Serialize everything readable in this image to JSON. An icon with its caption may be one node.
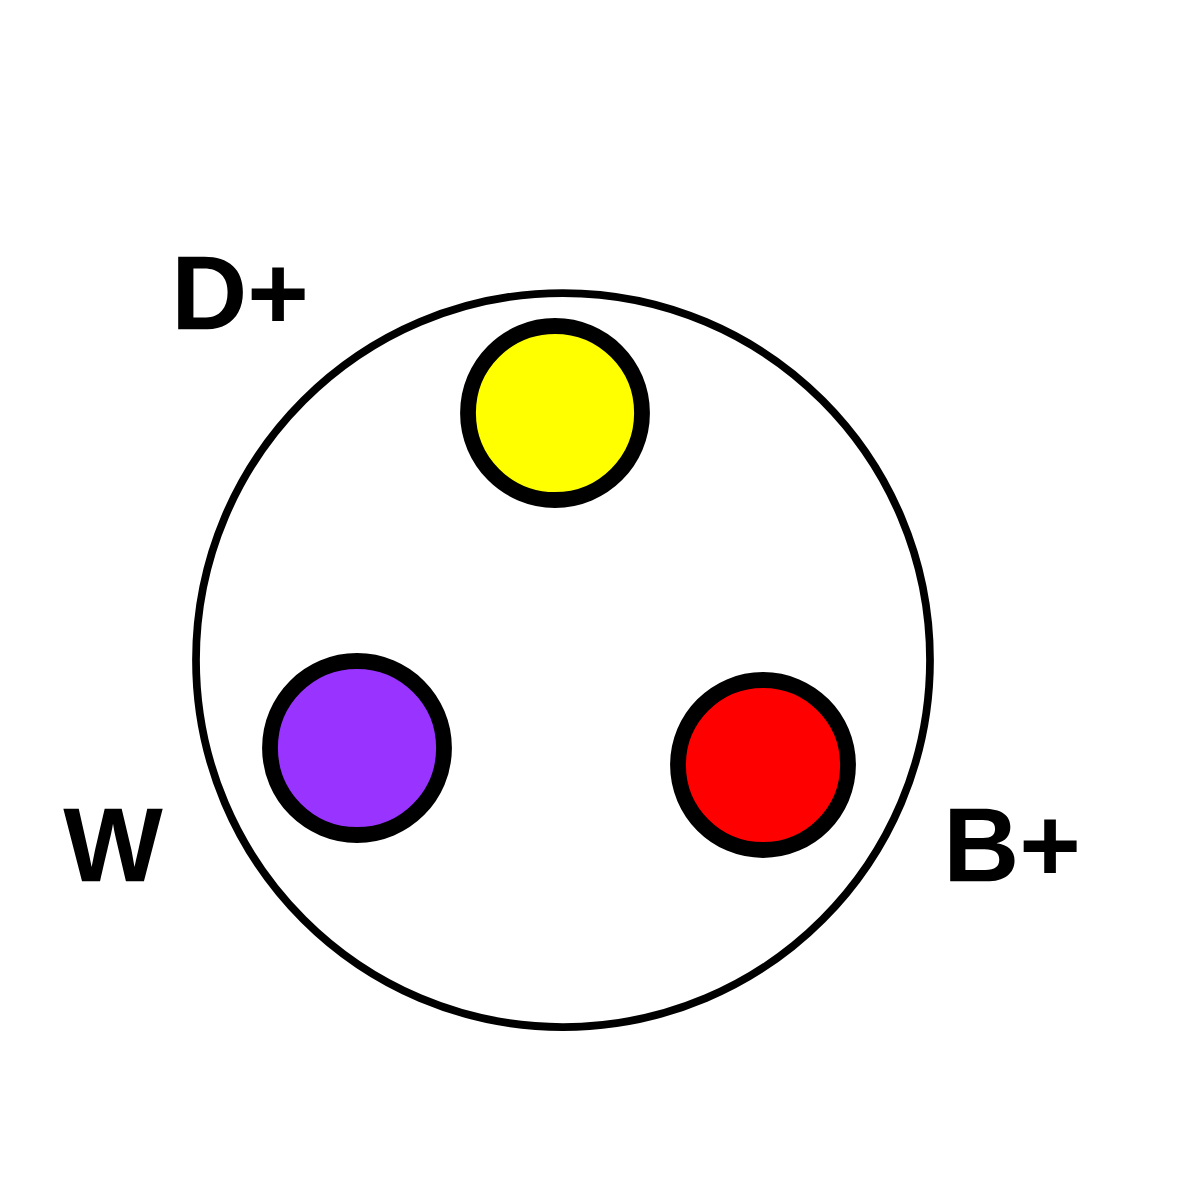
{
  "diagram": {
    "nodes": [
      {
        "text": [],
        "shape": "circle"
      },
      {
        "text": [],
        "shape": "circle",
        "in": 0
      },
      {
        "text": [],
        "shape": "circle",
        "in": 0
      },
      {
        "text": [],
        "shape": "circle",
        "in": 0
      }
    ],
    "labels": [
      "D+",
      "W",
      "B+"
    ]
  }
}
